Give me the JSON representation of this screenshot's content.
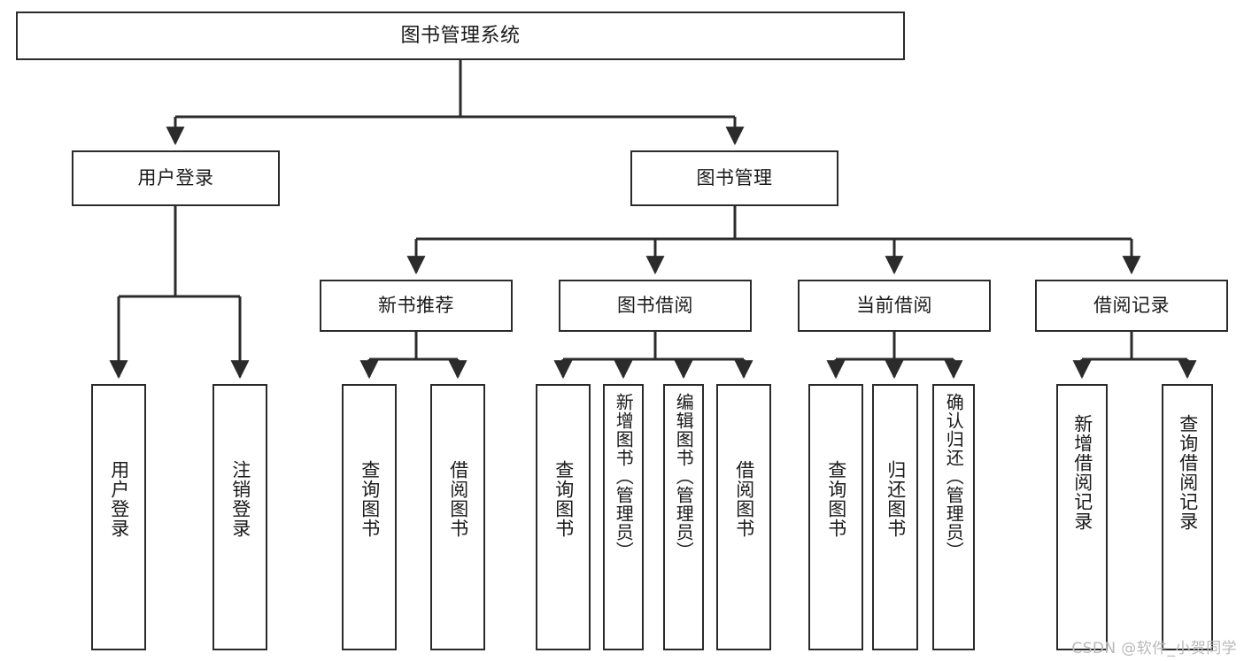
{
  "diagram": {
    "title": "图书管理系统",
    "type": "tree-hierarchy-diagram",
    "root": {
      "id": "root",
      "label": "图书管理系统"
    },
    "level2": [
      {
        "id": "user-login",
        "label": "用户登录"
      },
      {
        "id": "book-manage",
        "label": "图书管理"
      }
    ],
    "level3": [
      {
        "id": "new-book-rec",
        "label": "新书推荐",
        "parent": "book-manage"
      },
      {
        "id": "book-borrow",
        "label": "图书借阅",
        "parent": "book-manage"
      },
      {
        "id": "current-borrow",
        "label": "当前借阅",
        "parent": "book-manage"
      },
      {
        "id": "borrow-record",
        "label": "借阅记录",
        "parent": "book-manage"
      }
    ],
    "leaves": [
      {
        "id": "leaf-user-login",
        "label": "用户登录",
        "parent": "user-login"
      },
      {
        "id": "leaf-logout",
        "label": "注销登录",
        "parent": "user-login"
      },
      {
        "id": "leaf-query-book-1",
        "label": "查询图书",
        "parent": "new-book-rec"
      },
      {
        "id": "leaf-borrow-book-1",
        "label": "借阅图书",
        "parent": "new-book-rec"
      },
      {
        "id": "leaf-query-book-2",
        "label": "查询图书",
        "parent": "book-borrow"
      },
      {
        "id": "leaf-add-book",
        "label": "新增图书（管理员）",
        "parent": "book-borrow"
      },
      {
        "id": "leaf-edit-book",
        "label": "编辑图书（管理员）",
        "parent": "book-borrow"
      },
      {
        "id": "leaf-borrow-book-2",
        "label": "借阅图书",
        "parent": "book-borrow"
      },
      {
        "id": "leaf-query-book-3",
        "label": "查询图书",
        "parent": "current-borrow"
      },
      {
        "id": "leaf-return-book",
        "label": "归还图书",
        "parent": "current-borrow"
      },
      {
        "id": "leaf-confirm-return",
        "label": "确认归还（管理员）",
        "parent": "current-borrow"
      },
      {
        "id": "leaf-add-record",
        "label": "新增借阅记录",
        "parent": "borrow-record"
      },
      {
        "id": "leaf-query-record",
        "label": "查询借阅记录",
        "parent": "borrow-record"
      }
    ],
    "colors": {
      "box_border": "#2b2b2b",
      "box_fill": "#ffffff",
      "connector": "#2b2b2b",
      "text": "#1a1a1a",
      "watermark": "#b9b9b9",
      "background": "#ffffff"
    }
  },
  "watermark": {
    "text": "CSDN @软件_小贺同学"
  }
}
